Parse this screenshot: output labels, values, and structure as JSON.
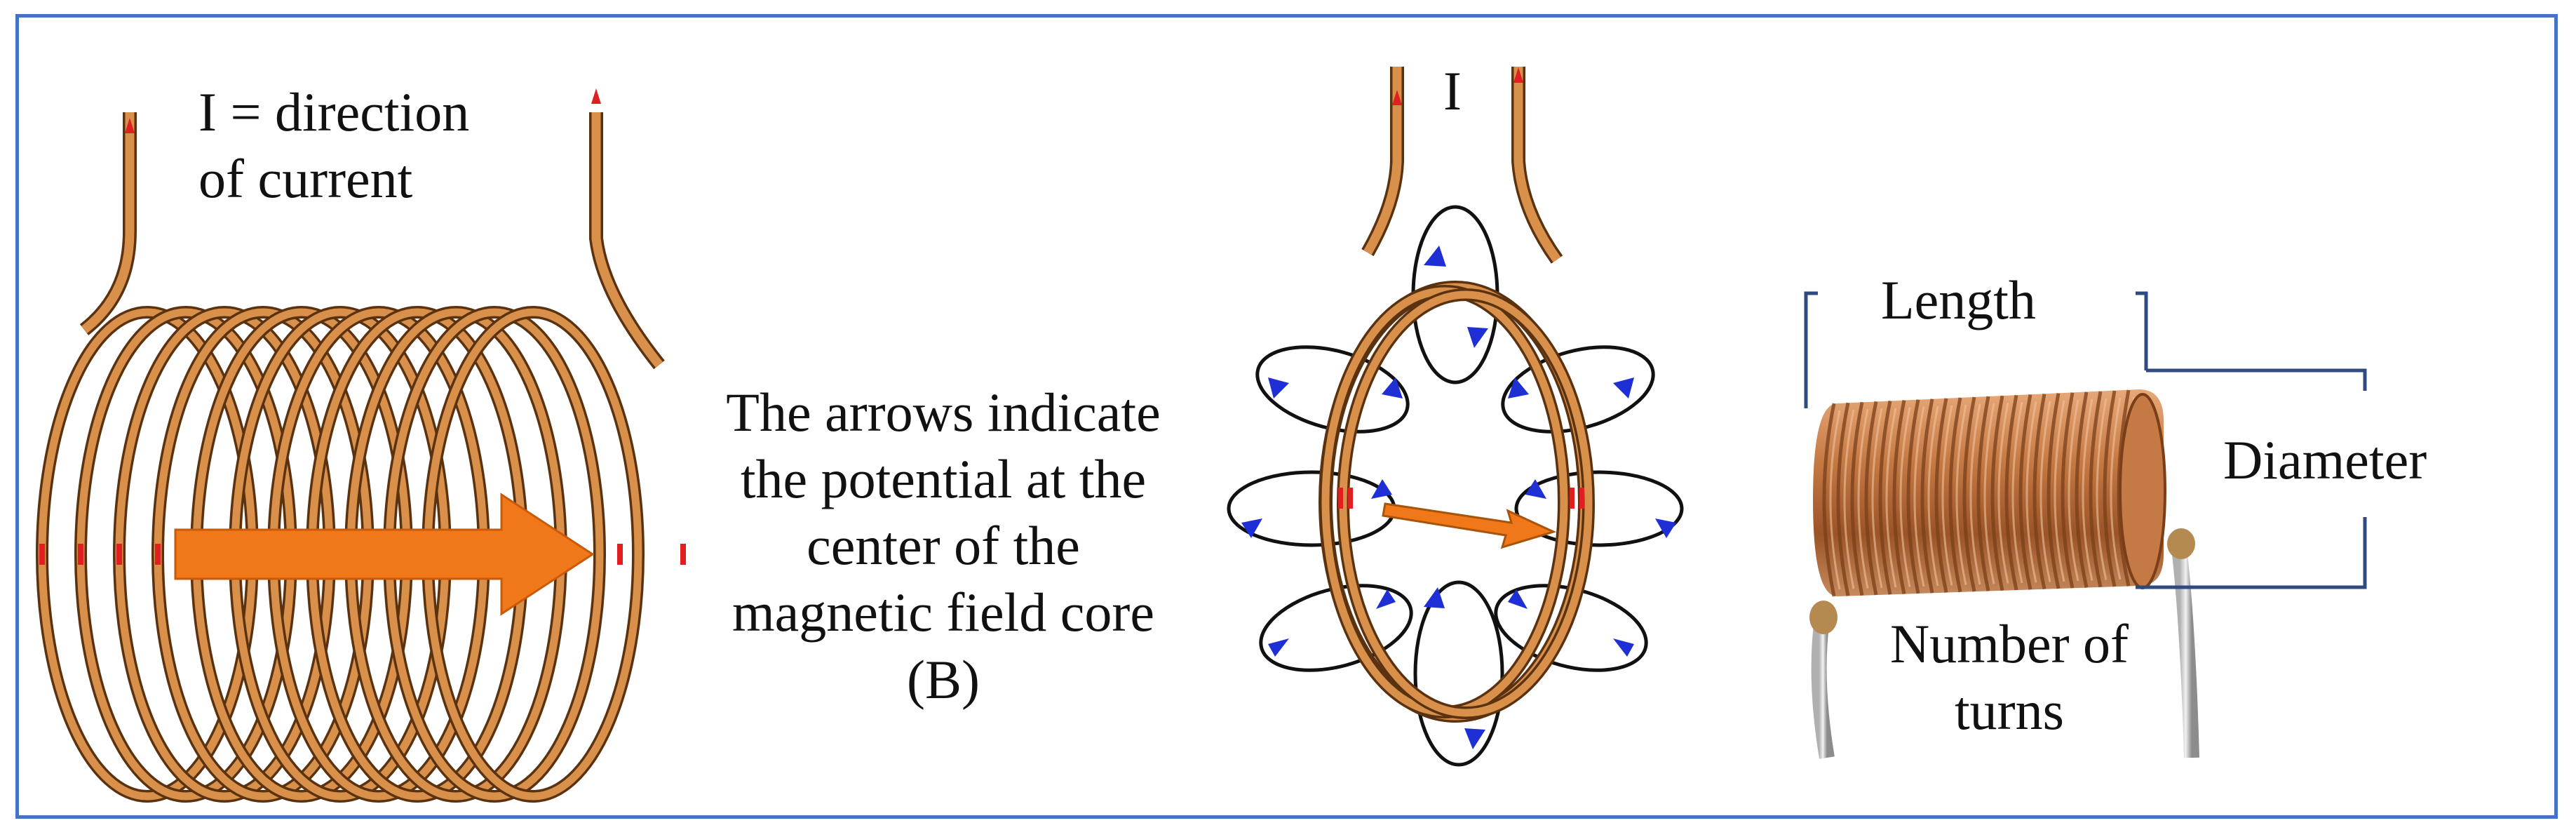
{
  "panel1": {
    "current_label_line1": "I = direction",
    "current_label_line2": "of current"
  },
  "caption": {
    "line1": "The arrows indicate",
    "line2": "the potential at the",
    "line3": "center of the",
    "line4": "magnetic field core",
    "line5": "(B)"
  },
  "panel2": {
    "current_label": "I"
  },
  "panel3": {
    "length_label": "Length",
    "diameter_label": "Diameter",
    "turns_label_line1": "Number of",
    "turns_label_line2": "turns"
  },
  "colors": {
    "border": "#4472c4",
    "wire": "#d9904a",
    "wire_dark": "#5a3210",
    "arrow": "#f07819",
    "field_arrow": "#1f2fd6",
    "current_marker": "#e02020",
    "bracket": "#2f4a80",
    "copper": "#b86a3c"
  }
}
